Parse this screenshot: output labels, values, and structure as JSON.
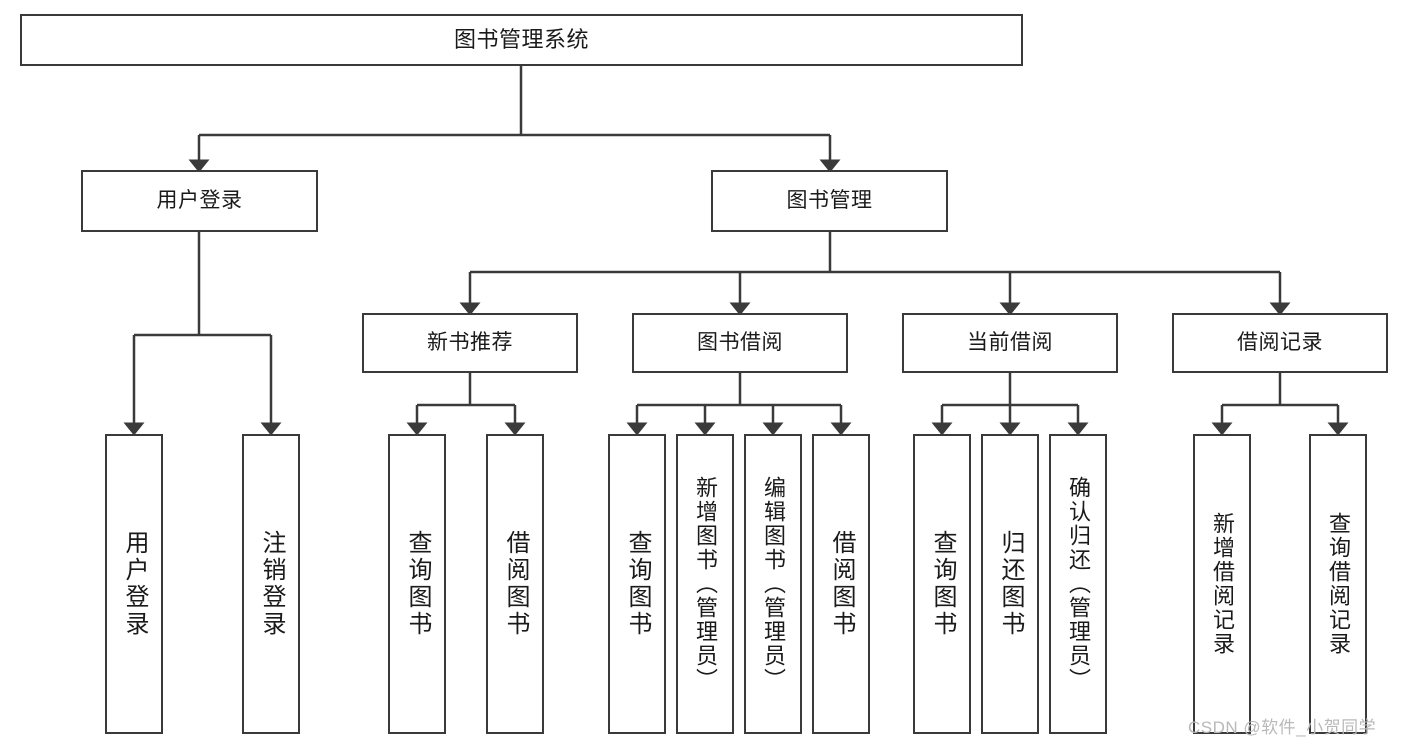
{
  "diagram": {
    "type": "tree-hierarchy",
    "title": "图书管理系统",
    "root": {
      "label": "图书管理系统"
    },
    "level2": [
      {
        "label": "用户登录"
      },
      {
        "label": "图书管理"
      }
    ],
    "level3": [
      {
        "label": "新书推荐"
      },
      {
        "label": "图书借阅"
      },
      {
        "label": "当前借阅"
      },
      {
        "label": "借阅记录"
      }
    ],
    "leaves": {
      "user_login": [
        {
          "label": "用户登录"
        },
        {
          "label": "注销登录"
        }
      ],
      "new_book_recommend": [
        {
          "label": "查询图书"
        },
        {
          "label": "借阅图书"
        }
      ],
      "book_borrow": [
        {
          "label": "查询图书"
        },
        {
          "label": "新增图书（管理员）"
        },
        {
          "label": "编辑图书（管理员）"
        },
        {
          "label": "借阅图书"
        }
      ],
      "current_borrow": [
        {
          "label": "查询图书"
        },
        {
          "label": "归还图书"
        },
        {
          "label": "确认归还（管理员）"
        }
      ],
      "borrow_record": [
        {
          "label": "新增借阅记录"
        },
        {
          "label": "查询借阅记录"
        }
      ]
    }
  },
  "watermark": {
    "text": "CSDN @软件_小贺同学"
  },
  "colors": {
    "border": "#3a3a3a",
    "background": "#ffffff",
    "text": "#1a1a1a",
    "watermark": "#b9b9b9"
  }
}
